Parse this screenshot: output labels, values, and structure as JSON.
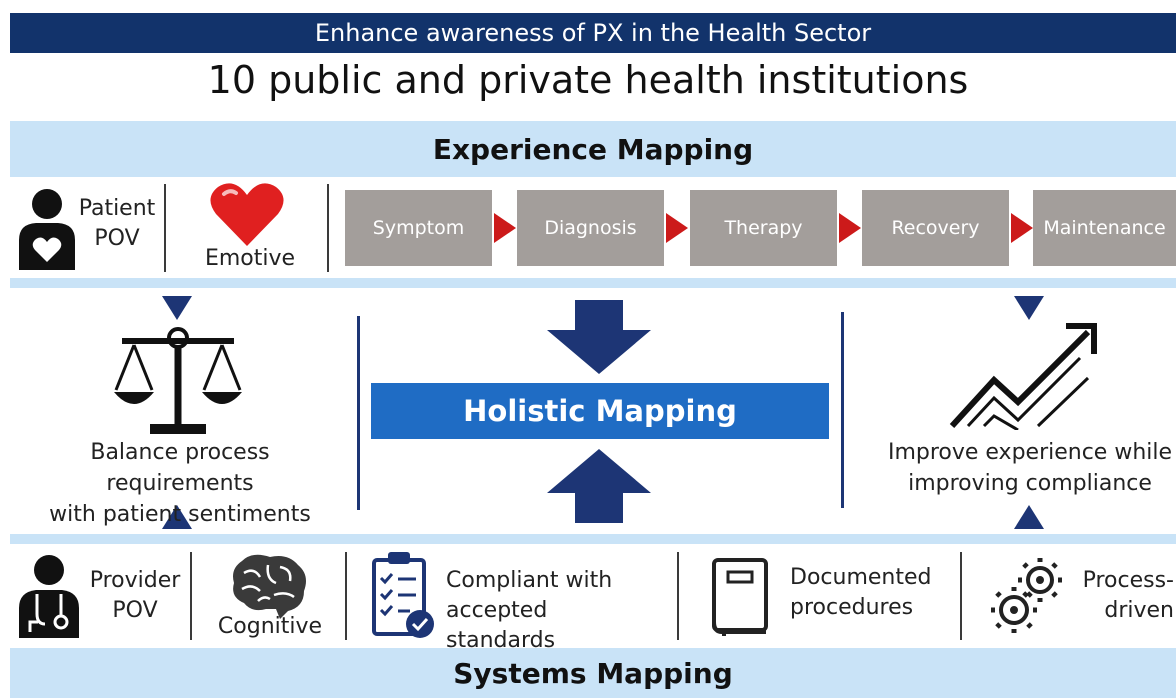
{
  "header": {
    "banner": "Enhance awareness of PX in the Health Sector",
    "subtitle": "10 public and private health institutions"
  },
  "experience_mapping": {
    "title": "Experience Mapping",
    "patient_pov": [
      "Patient",
      "POV"
    ],
    "emotive": "Emotive",
    "journey_steps": [
      "Symptom",
      "Diagnosis",
      "Therapy",
      "Recovery",
      "Maintenance"
    ]
  },
  "middle": {
    "left_caption": [
      "Balance process requirements",
      "with patient sentiments"
    ],
    "center_label": "Holistic Mapping",
    "right_caption": [
      "Improve experience while",
      "improving compliance"
    ]
  },
  "systems_mapping": {
    "title": "Systems Mapping",
    "provider_pov": [
      "Provider",
      "POV"
    ],
    "cognitive": "Cognitive",
    "compliant": [
      "Compliant with",
      "accepted standards"
    ],
    "documented": [
      "Documented",
      "procedures"
    ],
    "process_driven": [
      "Process-",
      "driven"
    ]
  },
  "colors": {
    "navy": "#12336b",
    "light_blue": "#c9e3f7",
    "step_gray": "#a39e9b",
    "arrow_red": "#cc1a1a",
    "holistic_blue": "#1f6cc4",
    "heart_red": "#e02020"
  },
  "icons": [
    "person-icon",
    "heart-icon",
    "scales-icon",
    "trend-arrow-icon",
    "doctor-icon",
    "brain-icon",
    "checklist-icon",
    "manual-icon",
    "gears-icon"
  ]
}
